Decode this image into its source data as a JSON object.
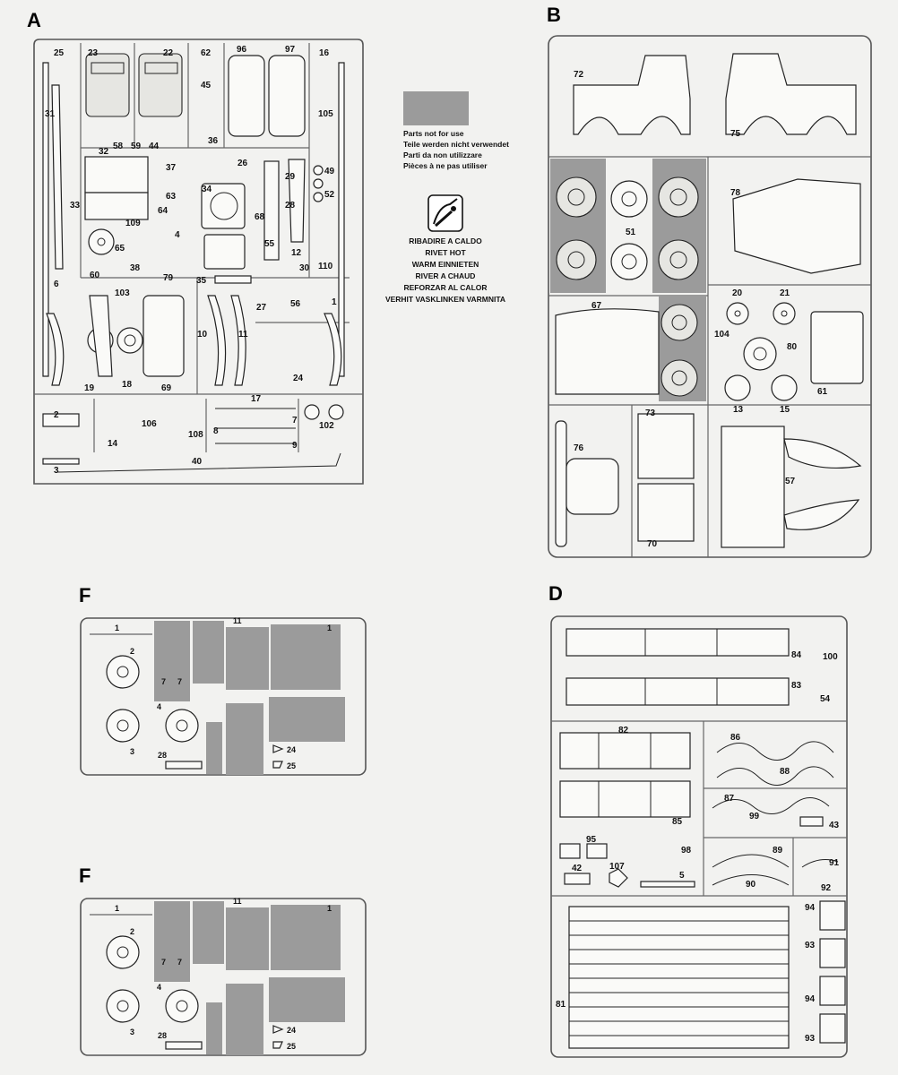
{
  "sprues": {
    "A": {
      "letter": "A",
      "labels": [
        "25",
        "23",
        "22",
        "62",
        "96",
        "97",
        "16",
        "31",
        "45",
        "105",
        "32",
        "58",
        "59",
        "44",
        "36",
        "37",
        "26",
        "49",
        "63",
        "34",
        "29",
        "28",
        "52",
        "33",
        "109",
        "64",
        "4",
        "68",
        "65",
        "55",
        "12",
        "110",
        "60",
        "38",
        "30",
        "79",
        "35",
        "6",
        "103",
        "27",
        "56",
        "1",
        "10",
        "11",
        "19",
        "18",
        "69",
        "24",
        "17",
        "2",
        "106",
        "7",
        "102",
        "14",
        "108",
        "8",
        "9",
        "3",
        "40"
      ]
    },
    "B": {
      "letter": "B",
      "labels": [
        "72",
        "75",
        "78",
        "51",
        "67",
        "20",
        "21",
        "104",
        "80",
        "13",
        "15",
        "61",
        "73",
        "76",
        "57",
        "70"
      ]
    },
    "F1": {
      "letter": "F",
      "labels": [
        "1",
        "11",
        "1",
        "2",
        "7",
        "7",
        "4",
        "3",
        "28",
        "24",
        "25"
      ]
    },
    "F2": {
      "letter": "F",
      "labels": [
        "1",
        "11",
        "1",
        "2",
        "7",
        "7",
        "4",
        "3",
        "28",
        "24",
        "25"
      ]
    },
    "D": {
      "letter": "D",
      "labels": [
        "84",
        "100",
        "83",
        "54",
        "82",
        "86",
        "88",
        "87",
        "85",
        "99",
        "43",
        "95",
        "98",
        "89",
        "42",
        "107",
        "5",
        "91",
        "90",
        "92",
        "94",
        "93",
        "94",
        "81",
        "93"
      ]
    }
  },
  "legend": {
    "not_for_use": [
      "Parts not for use",
      "Teile werden nicht verwendet",
      "Parti da non utilizzare",
      "Pièces à ne pas utiliser"
    ],
    "rivet_hot": [
      "RIBADIRE A CALDO",
      "RIVET HOT",
      "WARM EINNIETEN",
      "RIVER A CHAUD",
      "REFORZAR AL CALOR",
      "VERHIT VASKLINKEN VARMNITA"
    ]
  },
  "colors": {
    "not_for_use_swatch": "#9b9b9b"
  },
  "icons": [
    "rivet-hot-icon"
  ]
}
